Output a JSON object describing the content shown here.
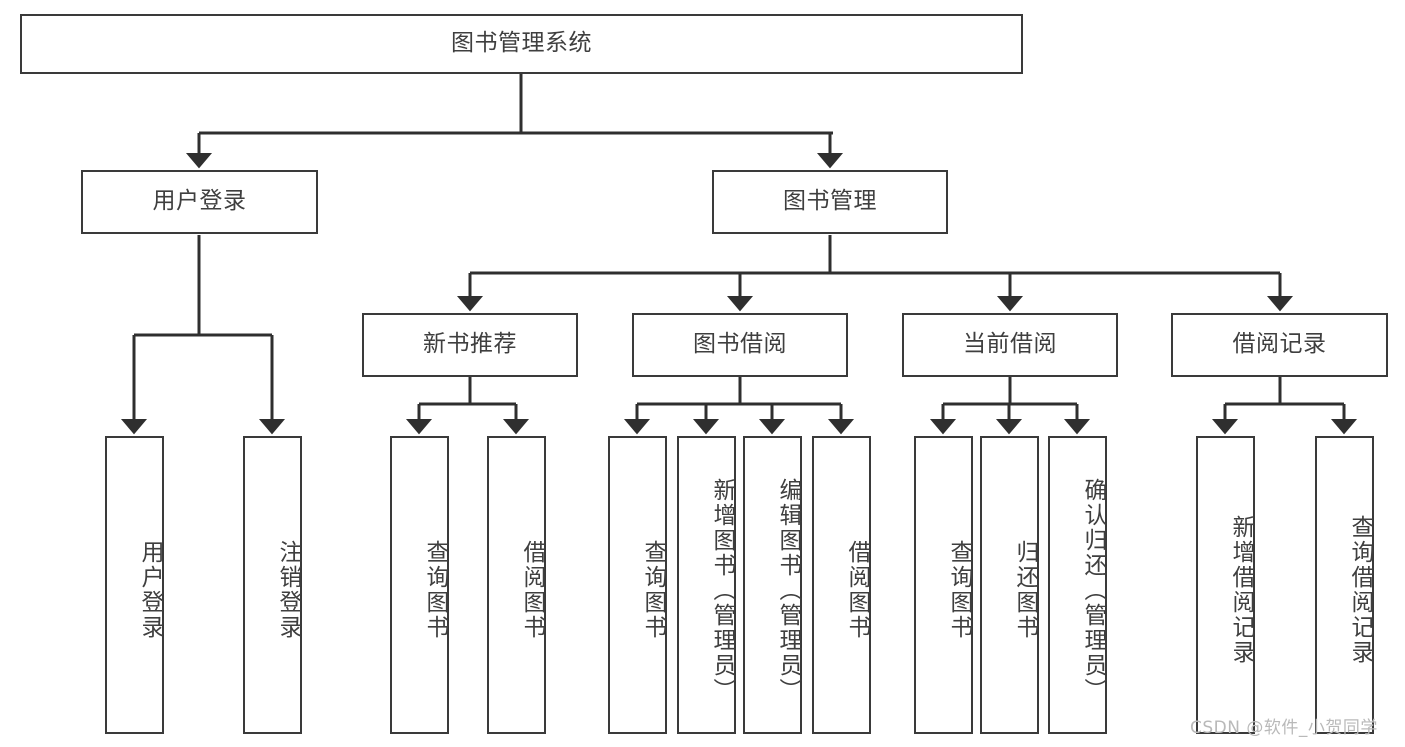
{
  "diagram": {
    "type": "tree-hierarchy-chart",
    "title": "图书管理系统",
    "colors": {
      "box_border": "#3a3a3a",
      "box_fill": "#ffffff",
      "text": "#3f3f3f",
      "connector": "#2f2f2f",
      "watermark": "#b9b9b9",
      "background": "#ffffff"
    },
    "root": {
      "label": "图书管理系统"
    },
    "level2": [
      {
        "id": "user-login",
        "label": "用户登录"
      },
      {
        "id": "book-management",
        "label": "图书管理"
      }
    ],
    "level3": [
      {
        "id": "new-book-recommend",
        "label": "新书推荐",
        "parent": "book-management"
      },
      {
        "id": "book-borrow",
        "label": "图书借阅",
        "parent": "book-management"
      },
      {
        "id": "current-borrow",
        "label": "当前借阅",
        "parent": "book-management"
      },
      {
        "id": "borrow-record",
        "label": "借阅记录",
        "parent": "book-management"
      }
    ],
    "leaves": {
      "user_login": [
        {
          "id": "leaf-user-login",
          "label": "用户登录"
        },
        {
          "id": "leaf-user-logout",
          "label": "注销登录"
        }
      ],
      "new_book_recommend": [
        {
          "id": "leaf-query-book-1",
          "label": "查询图书"
        },
        {
          "id": "leaf-borrow-book-1",
          "label": "借阅图书"
        }
      ],
      "book_borrow": [
        {
          "id": "leaf-query-book-2",
          "label": "查询图书"
        },
        {
          "id": "leaf-add-book",
          "label": "新增图书（管理员）"
        },
        {
          "id": "leaf-edit-book",
          "label": "编辑图书（管理员）"
        },
        {
          "id": "leaf-borrow-book-2",
          "label": "借阅图书"
        }
      ],
      "current_borrow": [
        {
          "id": "leaf-query-book-3",
          "label": "查询图书"
        },
        {
          "id": "leaf-return-book",
          "label": "归还图书"
        },
        {
          "id": "leaf-confirm-return",
          "label": "确认归还（管理员）"
        }
      ],
      "borrow_record": [
        {
          "id": "leaf-add-record",
          "label": "新增借阅记录"
        },
        {
          "id": "leaf-query-record",
          "label": "查询借阅记录"
        }
      ]
    }
  },
  "watermark": {
    "text": "CSDN @软件_小贺同学"
  }
}
